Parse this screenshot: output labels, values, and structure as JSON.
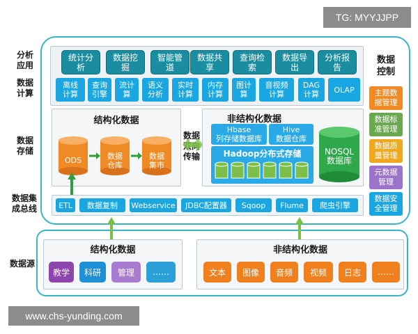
{
  "watermarks": {
    "top": "TG: MYYJJPP",
    "bottom": "www.chs-yunding.com"
  },
  "row_labels": {
    "app": "分析\n应用",
    "compute": "数据\n计算",
    "storage": "数据\n存储",
    "bus": "数据集\n成总线",
    "source": "数据源"
  },
  "app_items": [
    "统计分\n析",
    "数据挖\n掘",
    "智能管\n道",
    "数据共\n享",
    "查询检\n索",
    "数据导\n出",
    "分析报\n告"
  ],
  "compute_items": [
    "离线\n计算",
    "查询\n引擎",
    "流计\n算",
    "语义\n分析",
    "实时\n计算",
    "内存\n计算",
    "图计\n算",
    "音视频\n计算",
    "DAG\n计算",
    "OLAP"
  ],
  "storage": {
    "structured_title": "结构化数据",
    "structured_nodes": [
      "ODS",
      "数据\n仓库",
      "数据\n集市"
    ],
    "transfer_label": "数据\n双向\n传输",
    "unstructured_title": "非结构化数据",
    "hbase": "Hbase\n列存储数据库",
    "hive": "Hive\n数据仓库",
    "hadoop": "Hadoop分布式存储",
    "nosql": "NOSQL\n数据库"
  },
  "bus_items": [
    "ETL",
    "数据复制",
    "Webservice",
    "JDBC配置器",
    "Sqoop",
    "Flume",
    "爬虫引擎"
  ],
  "control": {
    "title": "数据\n控制",
    "items": [
      {
        "label": "主题数\n据管理",
        "color": "#f08a24"
      },
      {
        "label": "数据标\n准管理",
        "color": "#6aa84f"
      },
      {
        "label": "数据质\n量管理",
        "color": "#f0a820"
      },
      {
        "label": "元数据\n管理",
        "color": "#9b73c9"
      },
      {
        "label": "数据安\n全管理",
        "color": "#1aa6e0"
      }
    ]
  },
  "sources": {
    "structured_title": "结构化数据",
    "structured_items": [
      {
        "label": "教学",
        "color": "#8e44ad"
      },
      {
        "label": "科研",
        "color": "#1f8fd6"
      },
      {
        "label": "管理",
        "color": "#a77bcf"
      },
      {
        "label": "……",
        "color": "#2a9fd8"
      }
    ],
    "unstructured_title": "非结构化数据",
    "unstructured_items": [
      {
        "label": "文本",
        "color": "#f07f1e"
      },
      {
        "label": "图像",
        "color": "#f07f1e"
      },
      {
        "label": "音频",
        "color": "#f07f1e"
      },
      {
        "label": "视频",
        "color": "#f07f1e"
      },
      {
        "label": "日志",
        "color": "#f07f1e"
      },
      {
        "label": "……",
        "color": "#f07f1e"
      }
    ]
  }
}
